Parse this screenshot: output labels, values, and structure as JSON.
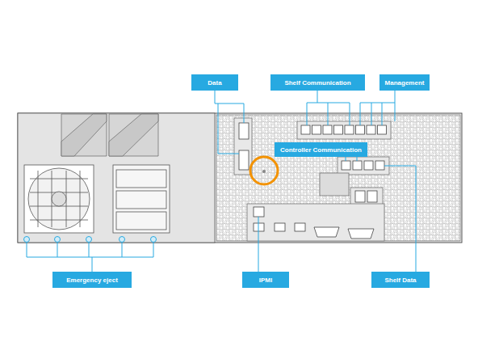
{
  "diagram": {
    "nodes": [
      {
        "text": [
          "Data"
        ]
      },
      {
        "text": [
          "Shelf Communication"
        ]
      },
      {
        "text": [
          "Management"
        ]
      },
      {
        "text": [
          "Controller Communication"
        ]
      },
      {
        "text": [
          "Emergency eject"
        ]
      },
      {
        "text": [
          "IPMI"
        ]
      },
      {
        "text": [
          "Shelf Data"
        ]
      }
    ]
  }
}
